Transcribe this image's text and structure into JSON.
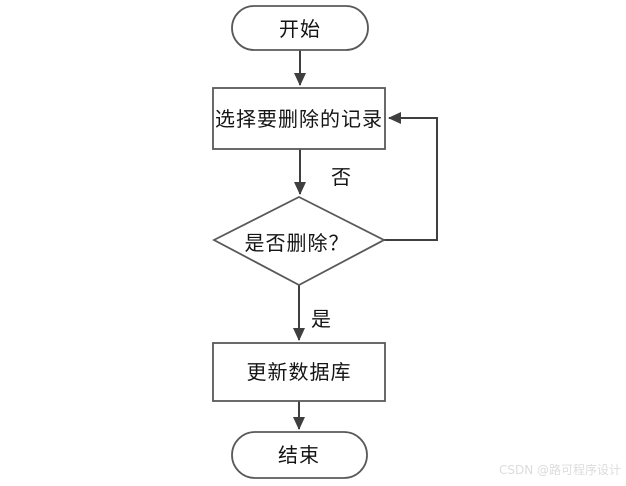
{
  "diagram": {
    "kind": "flowchart",
    "nodes": {
      "start": {
        "label": "开始",
        "type": "terminator"
      },
      "select": {
        "label": "选择要删除的记录",
        "type": "process"
      },
      "decision": {
        "label": "是否删除？",
        "type": "decision"
      },
      "update": {
        "label": "更新数据库",
        "type": "process"
      },
      "end": {
        "label": "结束",
        "type": "terminator"
      }
    },
    "edge_labels": {
      "no": "否",
      "yes": "是"
    },
    "colors": {
      "background": "#ffffff",
      "shape_border": "#595959",
      "connector": "#3f3f3f",
      "text": "#141414",
      "watermark": "#dcdcdc"
    }
  },
  "watermark": {
    "text": "CSDN @路可程序设计"
  }
}
